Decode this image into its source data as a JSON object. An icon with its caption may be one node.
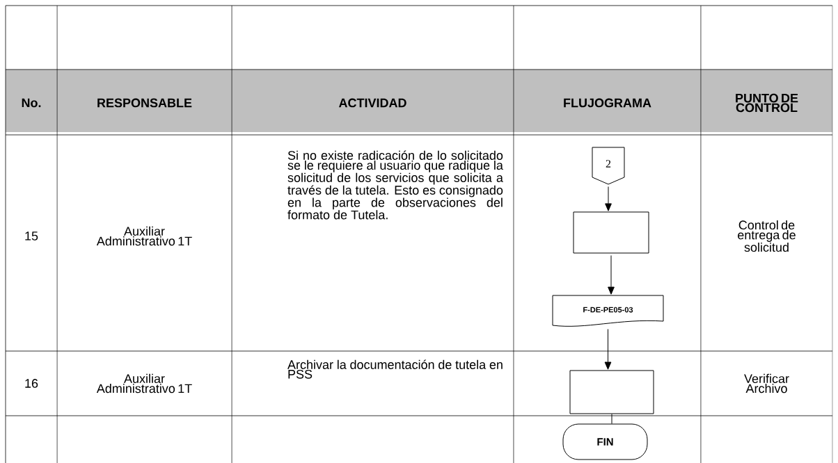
{
  "diagram": {
    "nodes": [
      {
        "text": [
          "2"
        ]
      },
      {
        "text": [],
        "shape": "box"
      },
      {
        "text": [
          "F-DE-PE05-03"
        ]
      },
      {
        "text": [],
        "shape": "box"
      },
      {
        "text": [
          "FIN"
        ]
      }
    ],
    "edges": [
      {
        "from": 0,
        "to": 1,
        "arrow": "to"
      },
      {
        "from": 1,
        "to": 2,
        "arrow": "to"
      },
      {
        "from": 2,
        "to": 3,
        "arrow": "to"
      },
      {
        "from": 3,
        "to": 4,
        "arrow": "none"
      }
    ],
    "labels": [
      "No.",
      "RESPONSABLE",
      "ACTIVIDAD",
      "FLUJOGRAMA",
      "PUNTO DE CONTROL",
      "15",
      "Auxiliar Administrativo 1T",
      "Si no existe radicación de lo solicitado se le requiere al usuario que radique la solicitud de los servicios que solicita a través de la tutela. Esto es consignado en la parte de observaciones del formato de Tutela.",
      "Control de entrega de solicitud",
      "16",
      "Auxiliar Administrativo 1T",
      "Archivar la documentación de tutela en PSS",
      "Verificar Archivo"
    ]
  }
}
